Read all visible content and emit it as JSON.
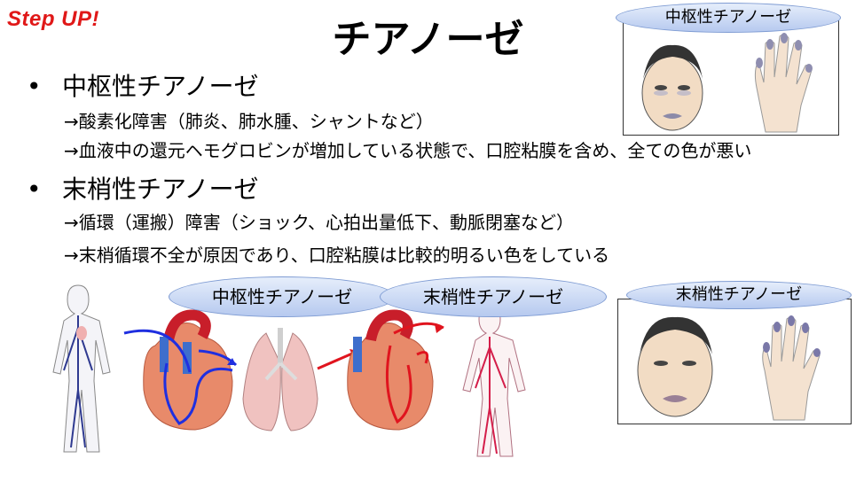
{
  "header": {
    "step_up": "Step UP!",
    "title": "チアノーゼ"
  },
  "sections": [
    {
      "heading": "中枢性チアノーゼ",
      "lines": [
        "→酸素化障害（肺炎、肺水腫、シャントなど）",
        "→血液中の還元ヘモグロビンが増加している状態で、口腔粘膜を含め、全ての色が悪い"
      ]
    },
    {
      "heading": "末梢性チアノーゼ",
      "lines": [
        "→循環（運搬）障害（ショック、心拍出量低下、動脈閉塞など）",
        "→末梢循環不全が原因であり、口腔粘膜は比較的明るい色をしている"
      ]
    }
  ],
  "labels": {
    "central_top": "中枢性チアノーゼ",
    "central_mid": "中枢性チアノーゼ",
    "peripheral_mid": "末梢性チアノーゼ",
    "peripheral_box": "末梢性チアノーゼ"
  },
  "colors": {
    "step_up": "#e01818",
    "pill_border": "#7f9cd3",
    "arrow_blue": "#1f2fe0",
    "arrow_red": "#e0141e"
  },
  "icons": {
    "bullet": "•"
  }
}
